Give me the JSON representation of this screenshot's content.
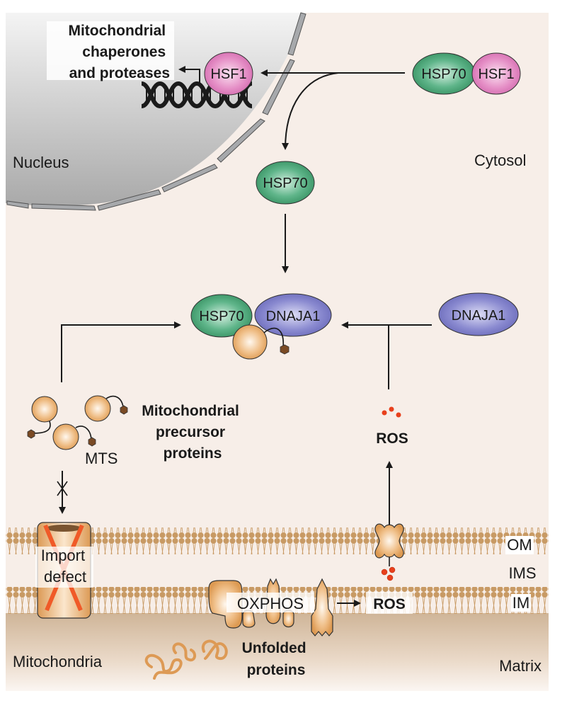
{
  "compartments": {
    "nucleus": "Nucleus",
    "cytosol": "Cytosol",
    "mitochondria": "Mitochondria",
    "matrix": "Matrix",
    "outer_membrane": "OM",
    "intermembrane_space": "IMS",
    "inner_membrane": "IM"
  },
  "proteins": {
    "hsf1_nuclear": "HSF1",
    "hsp70_complex": "HSP70",
    "hsf1_complex": "HSF1",
    "hsp70_free": "HSP70",
    "hsp70_bound": "HSP70",
    "dnaja1_bound": "DNAJA1",
    "dnaja1_free": "DNAJA1",
    "oxphos": "OXPHOS"
  },
  "labels": {
    "target_genes": [
      "Mitochondrial",
      "chaperones",
      "and proteases"
    ],
    "precursor": [
      "Mitochondrial",
      "precursor",
      "proteins"
    ],
    "mts": "MTS",
    "ros_cytosol": "ROS",
    "ros_membrane": "ROS",
    "import_defect": [
      "Import",
      "defect"
    ],
    "unfolded": [
      "Unfolded",
      "proteins"
    ]
  },
  "colors": {
    "cytosol_bg": "#f7eee8",
    "nucleus_fill": "#c8c8c8",
    "hsp70": "#3f9a6a",
    "hsf1": "#e07bbd",
    "dnaja1": "#7b7bc4",
    "precursor": "#e8a862",
    "mts_tag": "#7a4a24",
    "membrane": "#c89a64",
    "ros": "#e8401c",
    "import_x": "#f05a28"
  }
}
